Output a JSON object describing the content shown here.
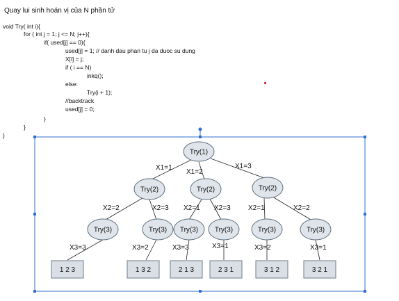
{
  "title": "Quay lui sinh hoán vị của N phần tử",
  "code": [
    "void Try( int i){",
    "for ( int j = 1; j <= N; j++){",
    "if( used[j] == 0){",
    "used[j] = 1; // danh dau phan tu j da duoc su dung",
    "X[i] = j;",
    "if ( i == N)",
    "inkq();",
    "else:",
    "Try(i + 1);",
    "//backtrack",
    "used[j] = 0;",
    "}",
    "}",
    "}"
  ],
  "tree": {
    "root": "Try(1)",
    "level2": [
      "Try(2)",
      "Try(2)",
      "Try(2)"
    ],
    "level3": [
      "Try(3)",
      "Try(3)",
      "Try(3)",
      "Try(3)",
      "Try(3)",
      "Try(3)"
    ],
    "leaves": [
      "1 2 3",
      "1 3 2",
      "2 1 3",
      "2 3 1",
      "3 1 2",
      "3 2 1"
    ],
    "edge_labels_1": [
      "X1=1",
      "X1=2",
      "X1=3"
    ],
    "edge_labels_2": [
      "X2=2",
      "X2=3",
      "X2=1",
      "X2=3",
      "X2=1",
      "X2=2"
    ],
    "edge_labels_3": [
      "X3=3",
      "X3=2",
      "X3=3",
      "X3=1",
      "X3=2",
      "X3=1"
    ]
  }
}
